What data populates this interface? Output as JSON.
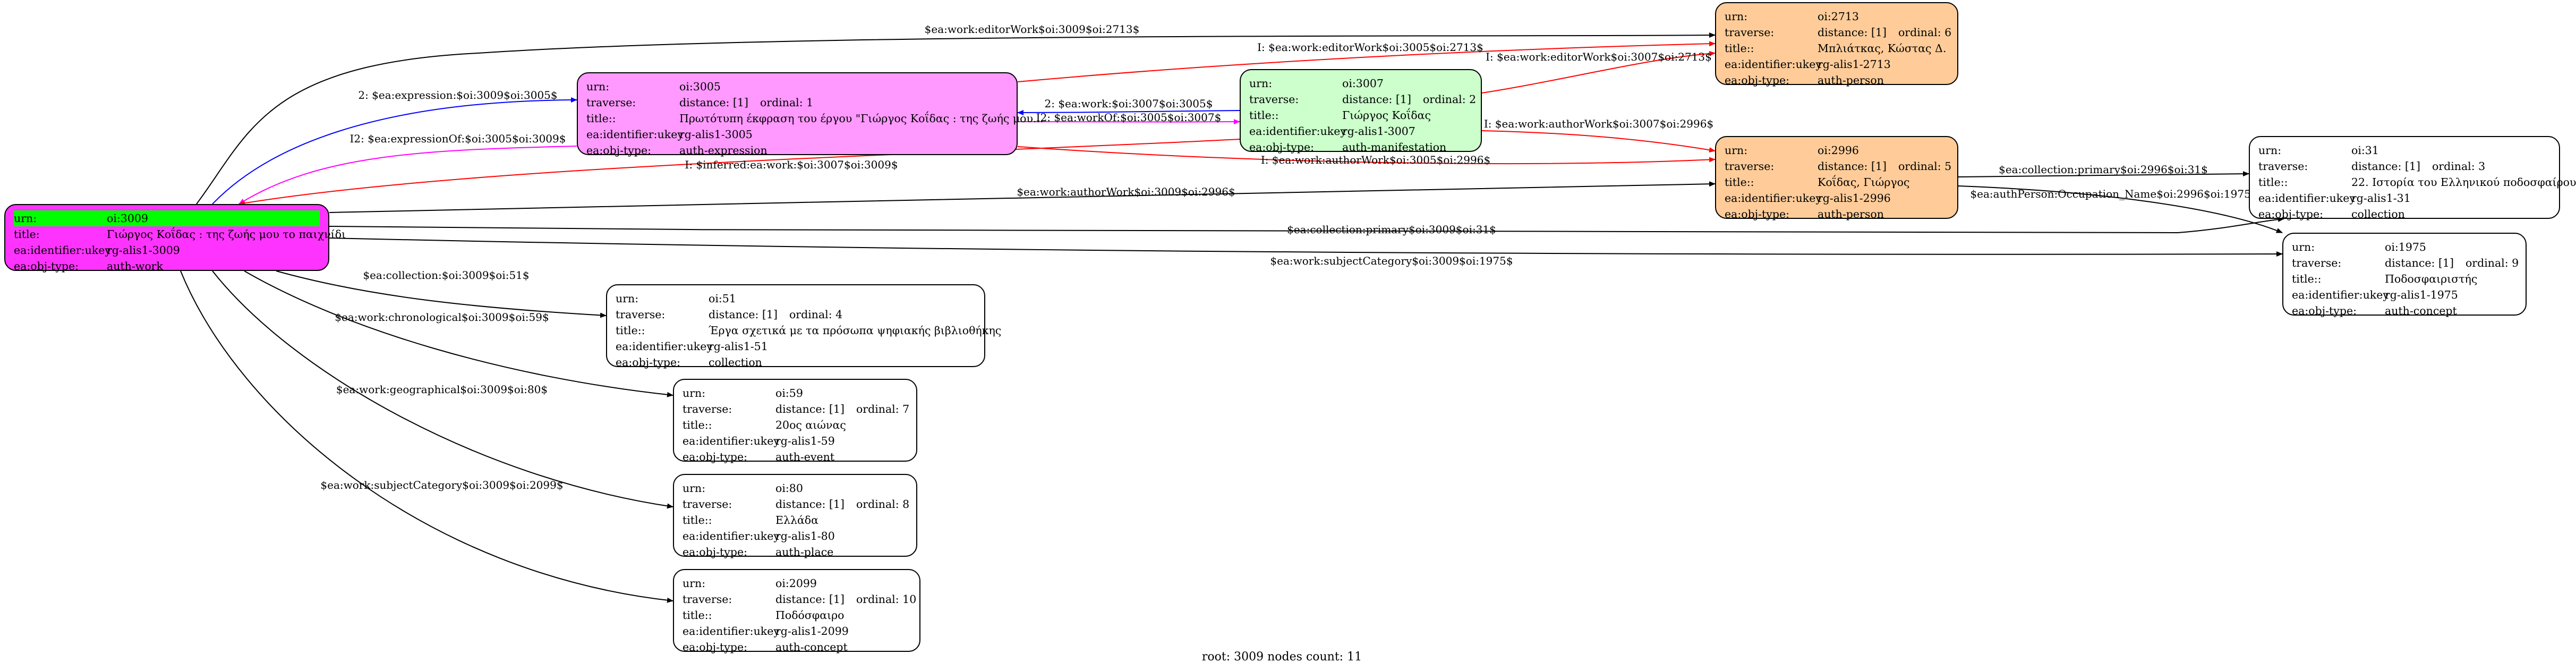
{
  "footer": "root: 3009 nodes count: 11",
  "nodes": {
    "n3009": {
      "bg": "#ff33ff",
      "rows": [
        {
          "k": "urn:",
          "v": "oi:3009",
          "hl": true
        },
        {
          "k": "title:",
          "v": "Γιώργος Κοΐδας : της ζωής μου το παιχνίδι"
        },
        {
          "k": "ea:identifier:ukey",
          "v": "rg-alis1-3009"
        },
        {
          "k": "ea:obj-type:",
          "v": "auth-work"
        }
      ]
    },
    "n3005": {
      "bg": "#ff99ff",
      "rows": [
        {
          "k": "urn:",
          "v": "oi:3005"
        },
        {
          "k": "traverse:",
          "v": "distance: [1]",
          "o": "ordinal: 1"
        },
        {
          "k": "title::",
          "v": "Πρωτότυπη έκφραση του έργου \"Γιώργος Κοΐδας : της ζωής μου..."
        },
        {
          "k": "ea:identifier:ukey",
          "v": "rg-alis1-3005"
        },
        {
          "k": "ea:obj-type:",
          "v": "auth-expression"
        }
      ]
    },
    "n3007": {
      "bg": "#ccffcc",
      "rows": [
        {
          "k": "urn:",
          "v": "oi:3007"
        },
        {
          "k": "traverse:",
          "v": "distance: [1]",
          "o": "ordinal: 2"
        },
        {
          "k": "title::",
          "v": "Γιώργος Κοΐδας"
        },
        {
          "k": "ea:identifier:ukey",
          "v": "rg-alis1-3007"
        },
        {
          "k": "ea:obj-type:",
          "v": "auth-manifestation"
        }
      ]
    },
    "n2713": {
      "bg": "#ffcc99",
      "rows": [
        {
          "k": "urn:",
          "v": "oi:2713"
        },
        {
          "k": "traverse:",
          "v": "distance: [1]",
          "o": "ordinal: 6"
        },
        {
          "k": "title::",
          "v": "Μπλιάτκας, Κώστας Δ."
        },
        {
          "k": "ea:identifier:ukey",
          "v": "rg-alis1-2713"
        },
        {
          "k": "ea:obj-type:",
          "v": "auth-person"
        }
      ]
    },
    "n2996": {
      "bg": "#ffcc99",
      "rows": [
        {
          "k": "urn:",
          "v": "oi:2996"
        },
        {
          "k": "traverse:",
          "v": "distance: [1]",
          "o": "ordinal: 5"
        },
        {
          "k": "title::",
          "v": "Κοΐδας, Γιώργος"
        },
        {
          "k": "ea:identifier:ukey",
          "v": "rg-alis1-2996"
        },
        {
          "k": "ea:obj-type:",
          "v": "auth-person"
        }
      ]
    },
    "n31": {
      "bg": "#ffffff",
      "rows": [
        {
          "k": "urn:",
          "v": "oi:31"
        },
        {
          "k": "traverse:",
          "v": "distance: [1]",
          "o": "ordinal: 3"
        },
        {
          "k": "title::",
          "v": "22. Ιστορία του Ελληνικού ποδοσφαίρου"
        },
        {
          "k": "ea:identifier:ukey",
          "v": "rg-alis1-31"
        },
        {
          "k": "ea:obj-type:",
          "v": "collection"
        }
      ]
    },
    "n1975": {
      "bg": "#ffffff",
      "rows": [
        {
          "k": "urn:",
          "v": "oi:1975"
        },
        {
          "k": "traverse:",
          "v": "distance: [1]",
          "o": "ordinal: 9"
        },
        {
          "k": "title::",
          "v": "Ποδοσφαιριστής"
        },
        {
          "k": "ea:identifier:ukey",
          "v": "rg-alis1-1975"
        },
        {
          "k": "ea:obj-type:",
          "v": "auth-concept"
        }
      ]
    },
    "n51": {
      "bg": "#ffffff",
      "rows": [
        {
          "k": "urn:",
          "v": "oi:51"
        },
        {
          "k": "traverse:",
          "v": "distance: [1]",
          "o": "ordinal: 4"
        },
        {
          "k": "title::",
          "v": "Έργα σχετικά με τα πρόσωπα ψηφιακής βιβλιοθήκης"
        },
        {
          "k": "ea:identifier:ukey",
          "v": "rg-alis1-51"
        },
        {
          "k": "ea:obj-type:",
          "v": "collection"
        }
      ]
    },
    "n59": {
      "bg": "#ffffff",
      "rows": [
        {
          "k": "urn:",
          "v": "oi:59"
        },
        {
          "k": "traverse:",
          "v": "distance: [1]",
          "o": "ordinal: 7"
        },
        {
          "k": "title::",
          "v": "20ος αιώνας"
        },
        {
          "k": "ea:identifier:ukey",
          "v": "rg-alis1-59"
        },
        {
          "k": "ea:obj-type:",
          "v": "auth-event"
        }
      ]
    },
    "n80": {
      "bg": "#ffffff",
      "rows": [
        {
          "k": "urn:",
          "v": "oi:80"
        },
        {
          "k": "traverse:",
          "v": "distance: [1]",
          "o": "ordinal: 8"
        },
        {
          "k": "title::",
          "v": "Ελλάδα"
        },
        {
          "k": "ea:identifier:ukey",
          "v": "rg-alis1-80"
        },
        {
          "k": "ea:obj-type:",
          "v": "auth-place"
        }
      ]
    },
    "n2099": {
      "bg": "#ffffff",
      "rows": [
        {
          "k": "urn:",
          "v": "oi:2099"
        },
        {
          "k": "traverse:",
          "v": "distance: [1]",
          "o": "ordinal: 10"
        },
        {
          "k": "title::",
          "v": "Ποδόσφαιρο"
        },
        {
          "k": "ea:identifier:ukey",
          "v": "rg-alis1-2099"
        },
        {
          "k": "ea:obj-type:",
          "v": "auth-concept"
        }
      ]
    }
  },
  "edges": [
    {
      "label": "$ea:work:editorWork$oi:3009$oi:2713$",
      "color": "#000000"
    },
    {
      "label": "2: $ea:expression:$oi:3009$oi:3005$",
      "color": "#0000ff"
    },
    {
      "label": "I2: $ea:expressionOf:$oi:3005$oi:3009$",
      "color": "#ff00ff"
    },
    {
      "label": "I: $ea:work:editorWork$oi:3005$oi:2713$",
      "color": "#ff0000"
    },
    {
      "label": "I: $ea:work:editorWork$oi:3007$oi:2713$",
      "color": "#ff0000"
    },
    {
      "label": "2: $ea:work:$oi:3007$oi:3005$",
      "color": "#0000ff"
    },
    {
      "label": "I2: $ea:workOf:$oi:3005$oi:3007$",
      "color": "#ff00ff"
    },
    {
      "label": "I: $ea:work:authorWork$oi:3007$oi:2996$",
      "color": "#ff0000"
    },
    {
      "label": "I: $inferred:ea:work:$oi:3007$oi:3009$",
      "color": "#ff0000"
    },
    {
      "label": "I: $ea:work:authorWork$oi:3005$oi:2996$",
      "color": "#ff0000"
    },
    {
      "label": "$ea:work:authorWork$oi:3009$oi:2996$",
      "color": "#000000"
    },
    {
      "label": "$ea:collection:primary$oi:2996$oi:31$",
      "color": "#000000"
    },
    {
      "label": "$ea:authPerson:Occupation_Name$oi:2996$oi:1975$",
      "color": "#000000"
    },
    {
      "label": "$ea:collection:primary$oi:3009$oi:31$",
      "color": "#000000"
    },
    {
      "label": "$ea:work:subjectCategory$oi:3009$oi:1975$",
      "color": "#000000"
    },
    {
      "label": "$ea:collection:$oi:3009$oi:51$",
      "color": "#000000"
    },
    {
      "label": "$ea:work:chronological$oi:3009$oi:59$",
      "color": "#000000"
    },
    {
      "label": "$ea:work:geographical$oi:3009$oi:80$",
      "color": "#000000"
    },
    {
      "label": "$ea:work:subjectCategory$oi:3009$oi:2099$",
      "color": "#000000"
    }
  ]
}
